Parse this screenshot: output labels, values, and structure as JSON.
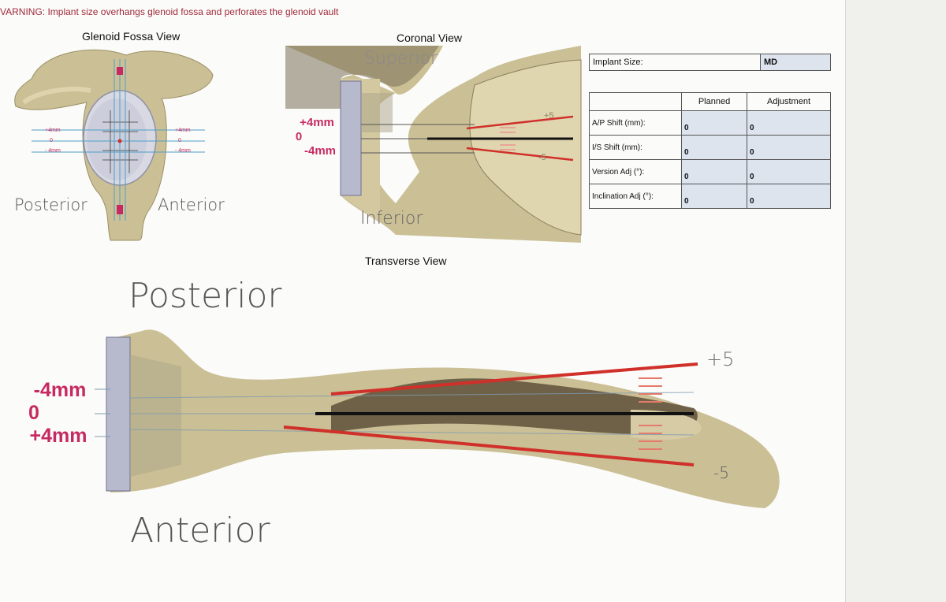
{
  "warning": "VARNING: Implant size overhangs glenoid fossa and perforates the glenoid vault",
  "views": {
    "glenoid": {
      "title": "Glenoid Fossa View",
      "posterior": "Posterior",
      "anterior": "Anterior",
      "left_scale": [
        "+4mm",
        "0",
        "- 4mm"
      ],
      "right_scale": [
        "+4mm",
        "0",
        "- 4mm"
      ]
    },
    "coronal": {
      "title": "Coronal View",
      "superior": "Superior",
      "inferior": "Inferior",
      "scale": [
        "+4mm",
        "0",
        "-4mm"
      ],
      "plus5": "+5",
      "minus5": "-5"
    },
    "transverse": {
      "title": "Transverse View",
      "posterior": "Posterior",
      "anterior": "Anterior",
      "scale": [
        "-4mm",
        "0",
        "+4mm"
      ],
      "plus5": "+5",
      "minus5": "-5"
    }
  },
  "implant": {
    "label": "Implant Size:",
    "value": "MD"
  },
  "adjustments": {
    "headers": [
      "",
      "Planned",
      "Adjustment"
    ],
    "rows": [
      {
        "label": "A/P Shift (mm):",
        "planned": "0",
        "adjustment": "0"
      },
      {
        "label": "I/S Shift (mm):",
        "planned": "0",
        "adjustment": "0"
      },
      {
        "label": "Version Adj (°):",
        "planned": "0",
        "adjustment": "0"
      },
      {
        "label": "Inclination Adj (°):",
        "planned": "0",
        "adjustment": "0"
      }
    ]
  },
  "colors": {
    "bone": "#cbbf95",
    "bone_dark": "#6f6148",
    "implant": "#b7b9cc",
    "marker_red": "#d0302a",
    "scale_pink": "#c72a62"
  }
}
